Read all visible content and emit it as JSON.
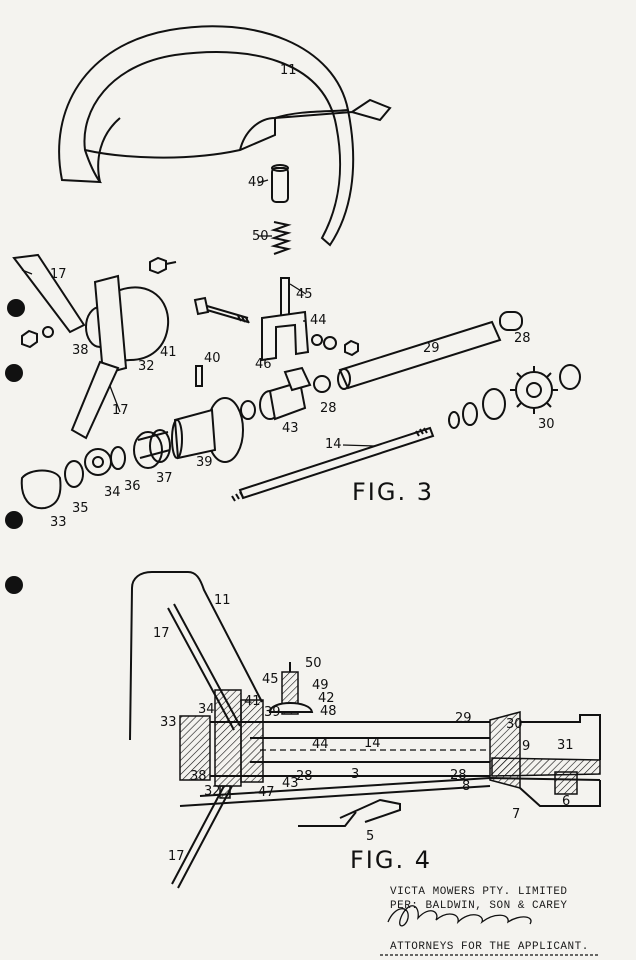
{
  "figures": {
    "fig3_title": "FIG. 3",
    "fig4_title": "FIG. 4"
  },
  "fig3_labels": [
    "11",
    "49",
    "50",
    "45",
    "44",
    "46",
    "29",
    "28",
    "28",
    "17",
    "17",
    "38",
    "32",
    "41",
    "40",
    "43",
    "14",
    "39",
    "37",
    "36",
    "34",
    "35",
    "33",
    "30"
  ],
  "fig4_labels": [
    "11",
    "17",
    "50",
    "45",
    "49",
    "42",
    "48",
    "34",
    "41",
    "39",
    "33",
    "44",
    "14",
    "29",
    "30",
    "9",
    "31",
    "38",
    "28",
    "3",
    "28",
    "8",
    "32",
    "47",
    "43",
    "6",
    "7",
    "5",
    "17"
  ],
  "stamp": {
    "line1": "VICTA MOWERS PTY. LIMITED",
    "line2": "PER: BALDWIN, SON & CAREY",
    "line3": "ATTORNEYS FOR THE APPLICANT."
  },
  "colors": {
    "paper": "#f4f3ef",
    "ink": "#111111"
  }
}
